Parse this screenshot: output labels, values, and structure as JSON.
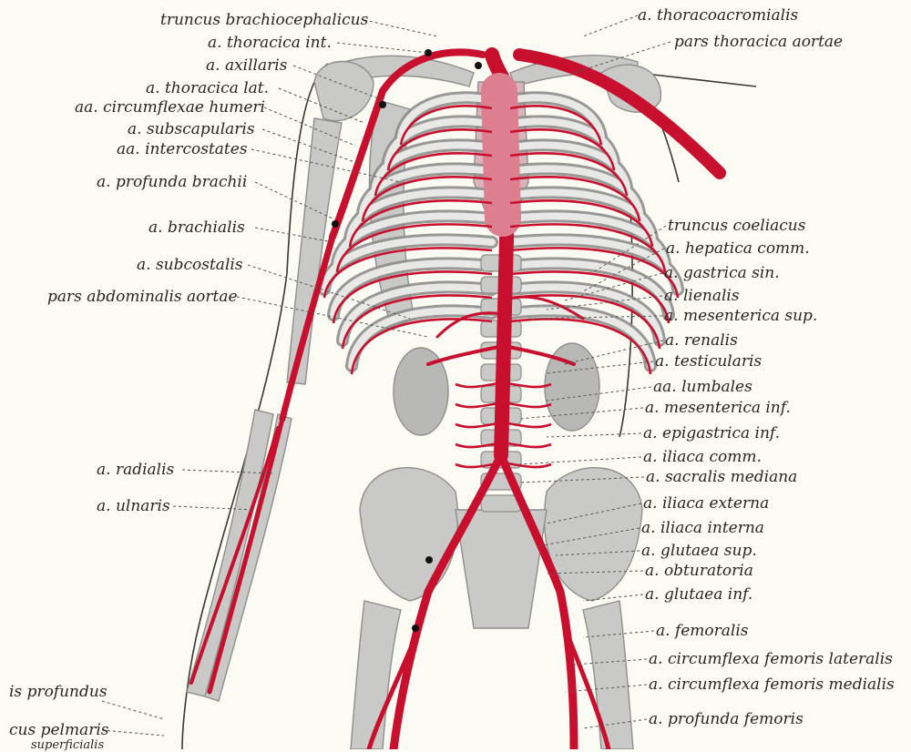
{
  "figure": {
    "labels_left": [
      "truncus brachiocephalicus",
      "a. thoracica int.",
      "a. axillaris",
      "a. thoracica lat.",
      "aa. circumflexae humeri",
      "a. subscapularis",
      "aa. intercostates",
      "a. profunda brachii",
      "a. brachialis",
      "a. subcostalis",
      "pars abdominalis aortae",
      "a. radialis",
      "a. ulnaris",
      "is profundus",
      "cus pelmaris",
      "superficialis"
    ],
    "labels_right": [
      "a. thoracoacromialis",
      "pars thoracica aortae",
      "truncus coeliacus",
      "a. hepatica comm.",
      "a. gastrica sin.",
      "a. lienalis",
      "a. mesenterica sup.",
      "a. renalis",
      "a. testicularis",
      "aa. lumbales",
      "a. mesenterica inf.",
      "a. epigastrica inf.",
      "a. iliaca comm.",
      "a. sacralis mediana",
      "a. iliaca externa",
      "a. iliaca interna",
      "a. glutaea sup.",
      "a. obturatoria",
      "a. glutaea inf.",
      "a. femoralis",
      "a. circumflexa femoris lateralis",
      "a. circumflexa femoris medialis",
      "a. profunda femoris"
    ],
    "colors": {
      "artery": "#c8102e",
      "bone": "#c9c9c7",
      "bone_outline": "#8e8e8c",
      "background": "#fbfaf3",
      "text": "#2a2520"
    }
  }
}
